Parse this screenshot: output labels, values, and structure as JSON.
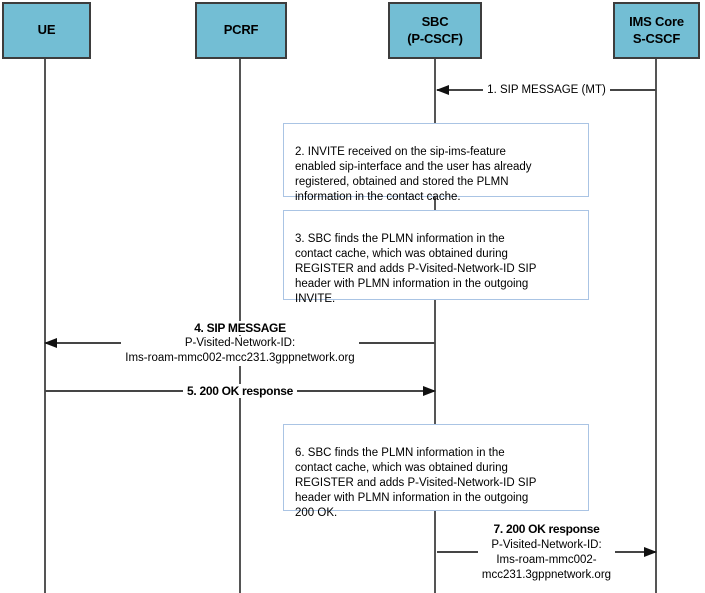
{
  "diagram_type": "sequence-diagram",
  "colors": {
    "actor_fill": "#73bed4",
    "actor_border": "#3d3d3d",
    "note_border": "#aac4e4",
    "line_color": "#454545",
    "arrow_color": "#111111"
  },
  "actors": [
    {
      "id": "ue",
      "label": "UE"
    },
    {
      "id": "pcrf",
      "label": "PCRF"
    },
    {
      "id": "sbc",
      "label": "SBC\n(P-CSCF)"
    },
    {
      "id": "ims",
      "label": "IMS Core\nS-CSCF"
    }
  ],
  "messages": [
    {
      "num": "1",
      "from": "ims",
      "to": "sbc",
      "direction": "left",
      "label": "1. SIP MESSAGE (MT)"
    },
    {
      "num": "4",
      "from": "sbc",
      "to": "ue",
      "direction": "left",
      "title": "4. SIP MESSAGE",
      "detail": "P-Visited-Network-ID:\nIms-roam-mmc002-mcc231.3gppnetwork.org"
    },
    {
      "num": "5",
      "from": "ue",
      "to": "sbc",
      "direction": "right",
      "title": "5. 200 OK response"
    },
    {
      "num": "7",
      "from": "sbc",
      "to": "ims",
      "direction": "right",
      "title": "7. 200 OK response",
      "detail": "P-Visited-Network-ID:\nIms-roam-mmc002-\nmcc231.3gppnetwork.org"
    }
  ],
  "notes": [
    {
      "num": "2",
      "text": "2. INVITE received on the sip-ims-feature\nenabled sip-interface and the user has already\nregistered, obtained and stored the PLMN\ninformation in the contact cache."
    },
    {
      "num": "3",
      "text": "3. SBC finds the PLMN information in the\ncontact cache, which was obtained during\nREGISTER and adds P-Visited-Network-ID SIP\nheader with PLMN information in the outgoing\nINVITE."
    },
    {
      "num": "6",
      "text": "6. SBC finds the PLMN information in the\ncontact cache, which was obtained during\nREGISTER and adds P-Visited-Network-ID SIP\nheader with PLMN information in the outgoing\n200 OK."
    }
  ]
}
